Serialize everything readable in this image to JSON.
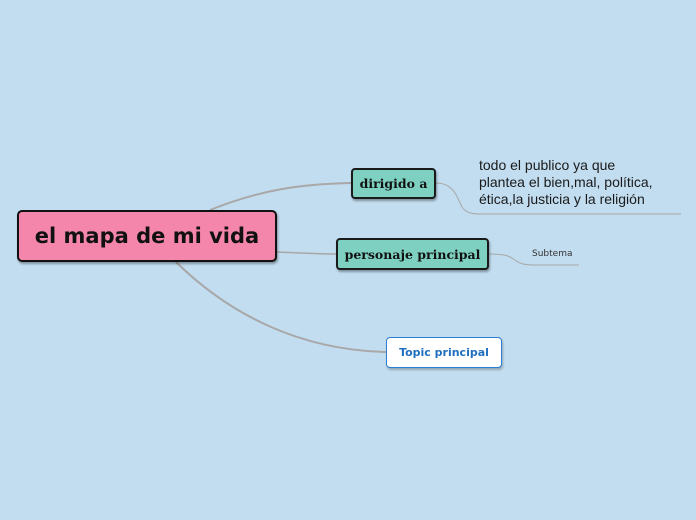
{
  "diagram": {
    "type": "mind-map",
    "background_color": "#c2ddf0",
    "central_topic": {
      "label": "el mapa de mi vida",
      "fill": "#f586ab"
    },
    "main_topics": [
      {
        "label": "dirigido a",
        "fill": "#7ed0c1",
        "children": [
          {
            "label": "todo el publico ya que plantea el bien,mal, política, ética,la justicia y la religión"
          }
        ]
      },
      {
        "label": "personaje principal",
        "fill": "#7ed0c1",
        "children": [
          {
            "label": "Subtema"
          }
        ]
      },
      {
        "label": "Topic principal",
        "fill": "#ffffff",
        "border": "#2a7fd4",
        "children": []
      }
    ],
    "float_text_lines": [
      "todo el publico ya que",
      "plantea el bien,mal, política,",
      "ética,la justicia y la religión"
    ],
    "connector_color": "#a8a8a8"
  }
}
